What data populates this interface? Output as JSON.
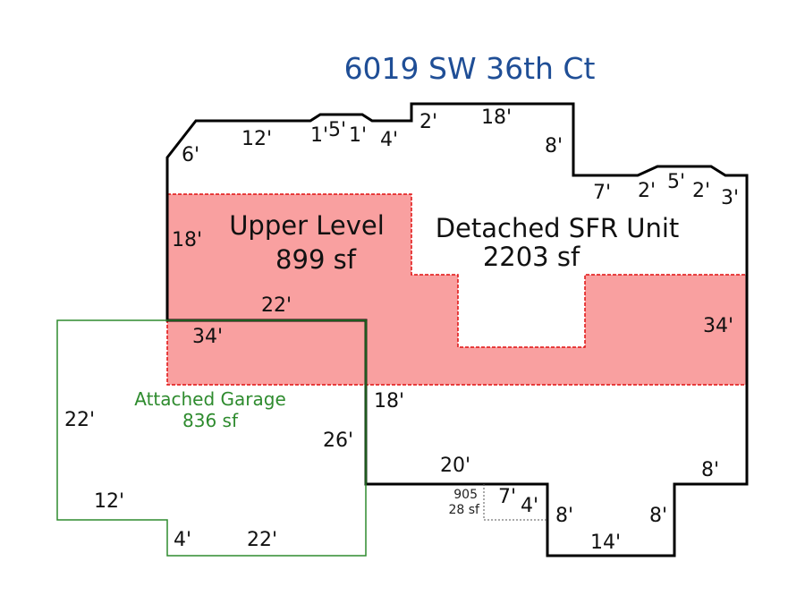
{
  "title": "6019 SW 36th Ct",
  "areas": {
    "upper_level": {
      "name": "Upper Level",
      "size": "899 sf"
    },
    "detached_sfr": {
      "name": "Detached SFR Unit",
      "size": "2203 sf"
    },
    "garage": {
      "name": "Attached Garage",
      "size": "836 sf"
    },
    "small_area": {
      "name": "905",
      "size": "28 sf"
    }
  },
  "dimensions": {
    "main": [
      "6'",
      "12'",
      "1'",
      "5'",
      "1'",
      "4'",
      "2'",
      "18'",
      "8'",
      "7'",
      "2'",
      "5'",
      "2'",
      "3'",
      "34'",
      "8'",
      "8'",
      "14'",
      "8'",
      "4'",
      "7'",
      "20'",
      "26'",
      "18'"
    ],
    "upper": [
      "18'",
      "22'",
      "34'"
    ],
    "garage": [
      "22'",
      "12'",
      "4'",
      "22'"
    ]
  },
  "colors": {
    "title": "#1f4e96",
    "upper_fill": "#f9a0a0",
    "upper_stroke": "#e01010",
    "garage": "#2e8b2e",
    "outline": "#000000"
  }
}
